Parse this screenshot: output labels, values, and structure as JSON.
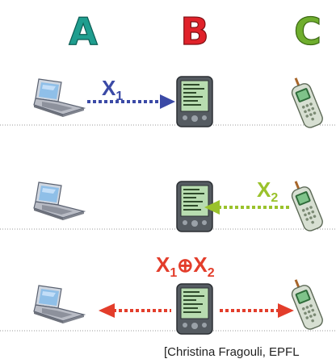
{
  "columns": [
    {
      "label": "A",
      "color": "#1f9e8f"
    },
    {
      "label": "B",
      "color": "#e0222a"
    },
    {
      "label": "C",
      "color": "#6fae2e"
    }
  ],
  "rows": [
    {
      "message": {
        "base": "X",
        "sub": "1"
      },
      "color": "#3b4aa6",
      "direction": "A to B"
    },
    {
      "message": {
        "base": "X",
        "sub": "2"
      },
      "color": "#9ac22c",
      "direction": "C to B"
    },
    {
      "message": {
        "parts": [
          "X",
          "1",
          "⊕",
          "X",
          "2"
        ]
      },
      "color": "#e33d2b",
      "direction": "B to A and C"
    }
  ],
  "devices": {
    "A": "laptop-icon",
    "B": "pda-icon",
    "C": "cellphone-icon"
  },
  "credit": "[Christina Fragouli, EPFL"
}
